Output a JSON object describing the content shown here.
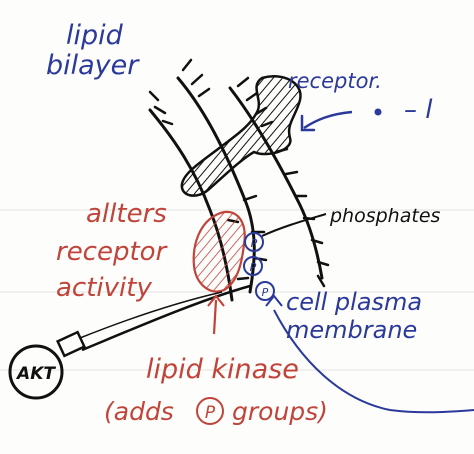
{
  "labels": {
    "lipid_line1": "lipid",
    "lipid_line2": "bilayer",
    "receptor": "receptor.",
    "right_dash_text": "– l",
    "phosphates": "phosphates",
    "alters_line1": "allters",
    "alters_line2": "receptor",
    "alters_line3": "activity",
    "cell_line1": "cell plasma",
    "cell_line2": "membrane",
    "kinase": "lipid kinase",
    "adds_open": "(adds",
    "adds_circle_letter": "P",
    "adds_close": "groups)",
    "akt": "AKT",
    "phosphate_symbol": "P"
  },
  "colors": {
    "blue": "#2b3a9a",
    "red": "#c0443a",
    "ink": "#111111",
    "grid": "#dcdcdc"
  }
}
